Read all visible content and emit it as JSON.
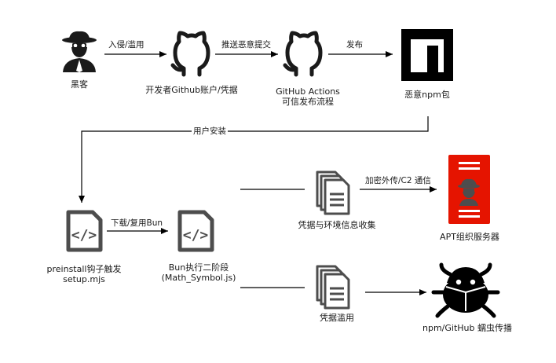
{
  "nodes": {
    "hacker": {
      "label": "黑客",
      "icon": "hacker-icon"
    },
    "github_account": {
      "label": "开发者Github账户/凭据",
      "icon": "github-icon"
    },
    "github_actions": {
      "label_line1": "GitHub Actions",
      "label_line2": "可信发布流程",
      "icon": "github-icon"
    },
    "npm_package": {
      "label": "恶意npm包",
      "icon": "npm-icon"
    },
    "preinstall": {
      "label_line1": "preinstall钩子触发",
      "label_line2": "setup.mjs",
      "icon": "code-file-icon"
    },
    "bun_stage2": {
      "label_line1": "Bun执行二阶段",
      "label_line2": "(Math_Symbol.js)",
      "icon": "code-file-icon"
    },
    "collect": {
      "label": "凭据与环境信息收集",
      "icon": "document-icon"
    },
    "abuse": {
      "label": "凭据滥用",
      "icon": "document-icon"
    },
    "apt_server": {
      "label": "APT组织服务器",
      "icon": "server-icon"
    },
    "worm": {
      "label": "npm/GitHub 蠕虫传播",
      "icon": "bug-icon"
    }
  },
  "edges": {
    "intrude": "入侵/滥用",
    "push": "推送恶意提交",
    "publish": "发布",
    "user_install": "用户安装",
    "download": "下载/复用Bun",
    "exfil": "加密外传/C2 通信"
  },
  "colors": {
    "line": "#000000",
    "icon_dark": "#1a1a1a",
    "icon_gray": "#4d4d4d",
    "server_red": "#e51400"
  }
}
